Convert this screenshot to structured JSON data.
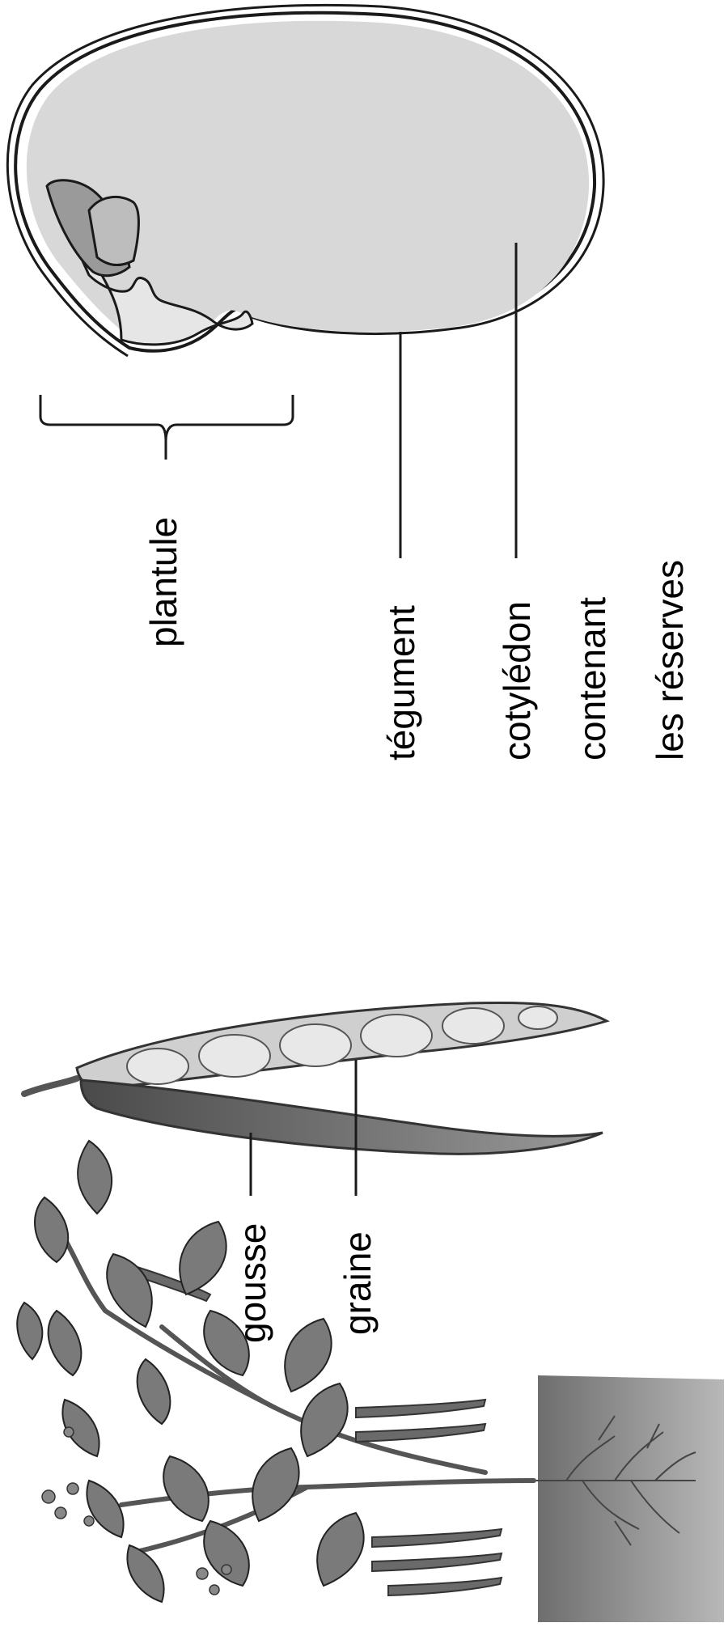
{
  "labels": {
    "plantule": "plantule",
    "tegument": "tégument",
    "cotyledon": "cotylédon",
    "contenant": "contenant",
    "les_reserves": "les réserves",
    "gousse": "gousse",
    "graine": "graine"
  },
  "colors": {
    "seed_fill": "#d8d8d8",
    "embryo_fill": "#9a9a9a",
    "soil": "#8e8e8e",
    "plant": "#555555",
    "outline": "#1a1a1a"
  },
  "icons": {
    "seed": "seed-cross-section",
    "pod": "open-bean-pod",
    "plant": "bean-plant"
  }
}
